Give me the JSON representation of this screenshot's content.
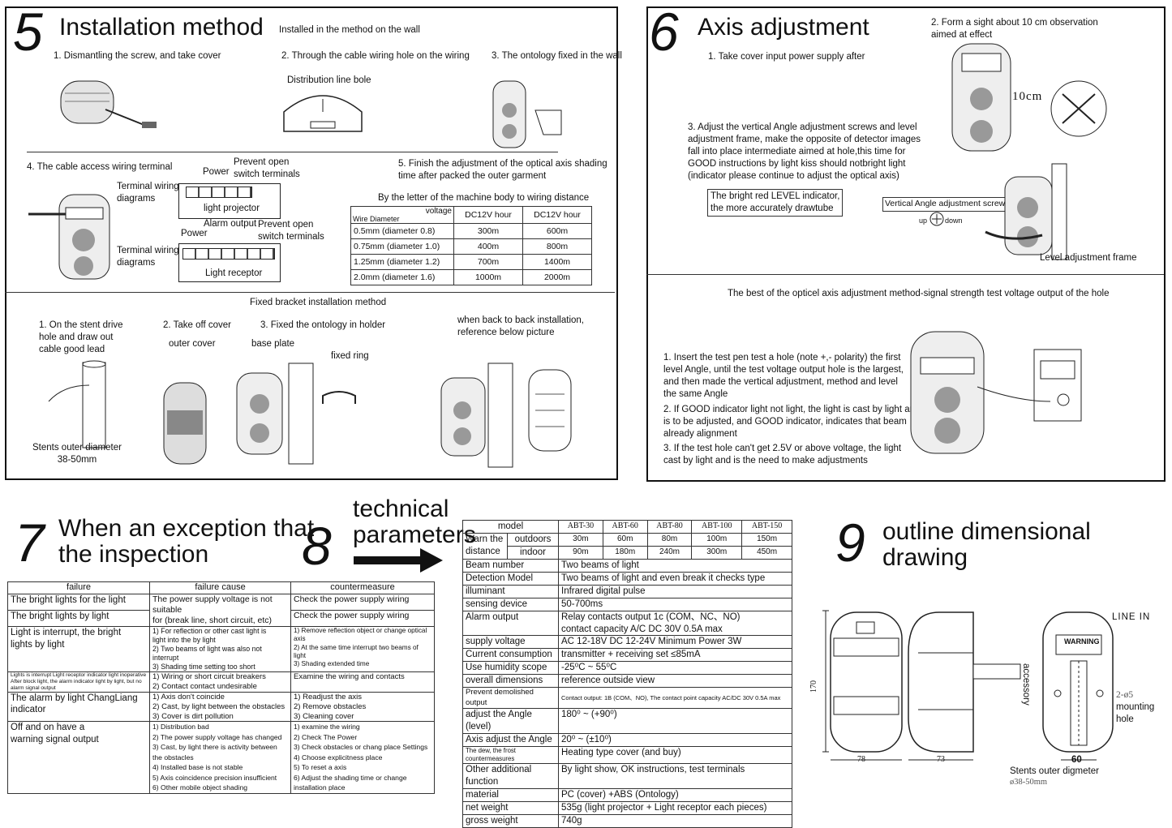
{
  "s5": {
    "number": "5",
    "title": "Installation method",
    "subtitle": "Installed in the method on the wall",
    "step1": "1. Dismantling the screw, and take cover",
    "step2": "2. Through the cable wiring hole on the wiring",
    "step3": "3. The ontology fixed in the wall",
    "dist_line_hole": "Distribution line bole",
    "step4": "4. The cable access wiring terminal",
    "terminal_wiring_1": "Terminal wiring\ndiagrams",
    "terminal_wiring_2": "Terminal wiring\ndiagrams",
    "power_1": "Power",
    "prevent_open_1": "Prevent open\nswitch terminals",
    "light_projector": "light projector",
    "alarm_output": "Alarm output",
    "power_2": "Power",
    "prevent_open_2": "Prevent open\nswitch terminals",
    "light_receptor": "Light receptor",
    "step5": "5. Finish the adjustment of the optical axis shading\n   time after packed the outer garment",
    "wiring_title": "By the letter of the machine body to wiring distance",
    "wiring_table": {
      "h_wire": "Wire Diameter",
      "h_voltage": "voltage",
      "h_c1": "DC12V hour",
      "h_c2": "DC12V hour",
      "rows": [
        [
          "0.5mm  (diameter 0.8)",
          "300m",
          "600m"
        ],
        [
          "0.75mm  (diameter 1.0)",
          "400m",
          "800m"
        ],
        [
          "1.25mm  (diameter 1.2)",
          "700m",
          "1400m"
        ],
        [
          "2.0mm  (diameter 1.6)",
          "1000m",
          "2000m"
        ]
      ]
    },
    "bracket_title": "Fixed bracket installation method",
    "b1": "1. On the stent drive\n    hole and draw out\n    cable good lead",
    "b2": "2. Take off cover",
    "b3": "3. Fixed the ontology in holder",
    "outer_cover": "outer cover",
    "base_plate": "base plate",
    "fixed_ring": "fixed ring",
    "back_to_back": "when back to back installation,\nreference below picture",
    "stents": "Stents outer diameter\n38-50mm"
  },
  "s6": {
    "number": "6",
    "title": "Axis adjustment",
    "step1": "1. Take cover input power supply after",
    "step2": "2. Form a sight about 10 cm observation\n    aimed at effect",
    "ten_cm": "10cm",
    "step3": "3. Adjust the vertical Angle adjustment screws and level\n    adjustment frame, make the opposite of detector images\n    fall into place intermediate aimed at hole,this time for\n    GOOD instructions by light kiss should notbright light\n    (indicator please continue to adjust the optical axis)",
    "red_level": "The bright red LEVEL indicator,\nthe more accurately drawtube",
    "vertical_screws": "Vertical Angle adjustment screws",
    "up": "up",
    "down": "down",
    "level_frame": "Level  adjustment frame",
    "best_method": "The best of the opticel axis adjustment method-signal strength test voltage output of the hole",
    "p1": "1. Insert the test pen test a hole (note +,- polarity) the first\n    level Angle, until the test voltage output hole is the largest,\n    and then made the vertical adjustment, method and level\n    the same Angle",
    "p2": "2. If GOOD indicator light not light, the light is cast by light and\n    is to be adjusted, and GOOD indicator, indicates that beam\n    already alignment",
    "p3": "3. If the test hole can't get 2.5V or above voltage, the light\n    cast by light and is the need to make adjustments"
  },
  "s7": {
    "number": "7",
    "title": "When an exception that\nthe inspection",
    "headers": [
      "failure",
      "failure cause",
      "countermeasure"
    ],
    "rows": [
      {
        "f": "The bright lights for the light",
        "c": "The power supply voltage is not suitable\nfor (break line, short circuit, etc)",
        "m": "Check the power supply wiring"
      },
      {
        "f": "The bright lights by light",
        "c": "",
        "m": "Check the power supply wiring"
      },
      {
        "f": "Light is interrupt, the bright\nlights by light",
        "c": "1) For reflection or other cast light is\n    light into the by light\n2) Two beams of light was also not interrupt\n3) Shading time setting too short",
        "m": "1) Remove reflection object or change optical axis\n2) At the same time interrupt two beams of light\n3) Shading extended time"
      },
      {
        "f": "Lights is interrupt Light receptor indicator light inoperative\nAfter block light, the alarm indicator light by light, but no\nalarm signal output",
        "c": "1) Wiring or short circuit breakers\n2) Contact contact undesirable",
        "m": "Examine the wiring and contacts"
      },
      {
        "f": "The alarm by light ChangLiang\nindicator",
        "c": "1) Axis don't coincide\n2) Cast, by light between the obstacles\n3) Cover is dirt pollution",
        "m": "1) Readjust the axis\n2) Remove obstacles\n3) Cleaning cover"
      },
      {
        "f": "Off and on have a\nwarning signal output",
        "c": "1) Distribution bad\n2) The power  supply voltage has changed\n3) Cast, by light there is activity between the obstacles\n4) Installed base is not stable\n5) Axis coincidence precision insufficient\n6) Other mobile object shading",
        "m": "1) examine the wiring\n2) Check The Power\n3) Check obstacles or chang place Settings\n4) Choose explicitness place\n5) To reset a axis\n6) Adjust the shading time or change installation place"
      }
    ]
  },
  "s8": {
    "number": "8",
    "title": "technical\nparameters",
    "model_label": "model",
    "models": [
      "ABT-30",
      "ABT-60",
      "ABT-80",
      "ABT-100",
      "ABT-150"
    ],
    "warn_label": "Warn the\ndistance",
    "outdoors": "outdoors",
    "indoor": "indoor",
    "outdoor_vals": [
      "30m",
      "60m",
      "80m",
      "100m",
      "150m"
    ],
    "indoor_vals": [
      "90m",
      "180m",
      "240m",
      "300m",
      "450m"
    ],
    "params": [
      [
        "Beam number",
        "Two beams of light"
      ],
      [
        "Detection Model",
        "Two beams of light and even break it  checks type"
      ],
      [
        "illuminant",
        "Infrared digital pulse"
      ],
      [
        "sensing device",
        "50-700ms"
      ],
      [
        "Alarm output",
        "Relay  contacts output 1c (COM、NC、NO)\ncontact capacity A/C DC 30V 0.5A max"
      ],
      [
        "supply voltage",
        "AC 12-18V DC 12-24V Minimum Power 3W"
      ],
      [
        "Current consumption",
        "transmitter + receiving set ≤85mA"
      ],
      [
        "Use humidity scope",
        "-25⁰C ~ 55⁰C"
      ],
      [
        "overall dimensions",
        "reference outside view"
      ],
      [
        "Prevent demolished output",
        "Contact output: 1B (COM、NO), The contact point capacity AC/DC 30V 0.5A max"
      ],
      [
        "adjust the Angle (level)",
        "180⁰ ~ (+90⁰)"
      ],
      [
        "Axis adjust the Angle",
        "20⁰ ~ (±10⁰)"
      ],
      [
        "The dew, the frost countermeasures",
        "Heating type cover (and buy)"
      ],
      [
        "Other additional function",
        "By light show, OK instructions, test terminals"
      ],
      [
        "material",
        "PC (cover) +ABS (Ontology)"
      ],
      [
        "net weight",
        "535g (light projector + Light receptor each pieces)"
      ],
      [
        "gross weight",
        "740g"
      ]
    ]
  },
  "s9": {
    "number": "9",
    "title": "outline dimensional drawing",
    "dim_170": "170",
    "dim_78": "78",
    "dim_73": "73",
    "dim_60": "60",
    "accessory": "accessory",
    "line_in": "LINE IN",
    "warning": "WARNING",
    "hole_dim": "2-ø5",
    "mounting_hole": "mounting hole",
    "stents": "Stents outer digmeter",
    "stents_dim": "ø38-50mm"
  }
}
